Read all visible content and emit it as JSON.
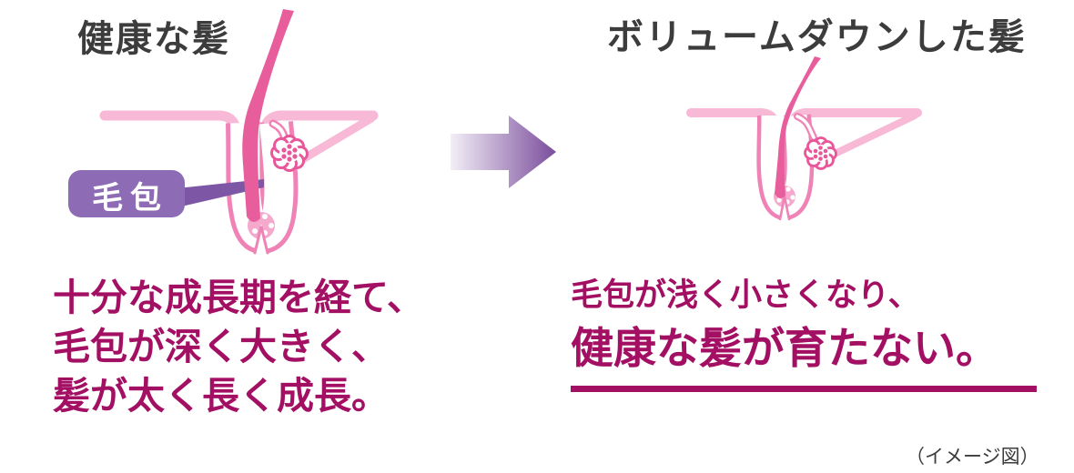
{
  "diagram_type": "hair-follicle comparison (before / after volume loss)",
  "colors": {
    "title_text": "#3c3c3c",
    "emphasis_text": "#a30f63",
    "hair_shaft_pink": "#e85d9c",
    "follicle_wall_pink": "#ef83b5",
    "skin_light_pink": "#f7b9d6",
    "papilla_pink": "#f4a9cd",
    "gland_pink": "#e7579a",
    "callout_purple": "#8d6cb5",
    "pointer_purple": "#7d57a5",
    "arrow_gradient_start": "#f3eef7",
    "arrow_gradient_end": "#7a4d9c",
    "background": "#ffffff"
  },
  "left_panel": {
    "title": "健康な髪",
    "follicle_label": "毛包",
    "description_lines": [
      "十分な成長期を経て、",
      "毛包が深く大きく、",
      "髪が太く長く成長。"
    ],
    "illustration": "deep large hair follicle with thick long hair shaft, sebaceous gland and arrector pili muscle"
  },
  "right_panel": {
    "title": "ボリュームダウンした髪",
    "description_lines": [
      "毛包が浅く小さくなり、",
      "健康な髪が育たない。"
    ],
    "emphasized_line": "健康な髪が育たない。",
    "illustration": "shallow small hair follicle with thin short hair shaft, sebaceous gland and arrector pili muscle"
  },
  "arrow": {
    "direction": "right",
    "meaning": "transition from healthy to volume-down state"
  },
  "caption": "（イメージ図）"
}
